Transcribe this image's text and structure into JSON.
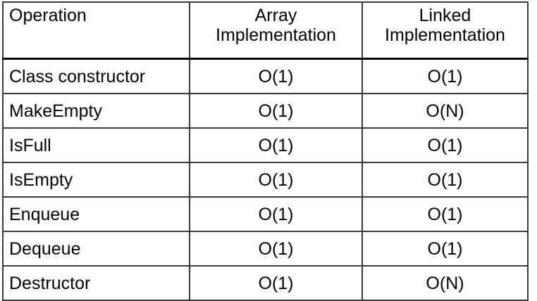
{
  "table": {
    "columns": [
      {
        "key": "operation",
        "label_lines": [
          "Operation"
        ]
      },
      {
        "key": "array",
        "label_lines": [
          "Array",
          "Implementation"
        ]
      },
      {
        "key": "linked",
        "label_lines": [
          "Linked",
          "Implementation"
        ]
      }
    ],
    "headers": {
      "operation": "Operation",
      "array_line1": "Array",
      "array_line2": "Implementation",
      "linked_line1": "Linked",
      "linked_line2": "Implementation"
    },
    "rows": [
      {
        "operation": "Class constructor",
        "array": "O(1)",
        "linked": "O(1)"
      },
      {
        "operation": "MakeEmpty",
        "array": "O(1)",
        "linked": "O(N)"
      },
      {
        "operation": "IsFull",
        "array": "O(1)",
        "linked": "O(1)"
      },
      {
        "operation": "IsEmpty",
        "array": "O(1)",
        "linked": "O(1)"
      },
      {
        "operation": "Enqueue",
        "array": "O(1)",
        "linked": "O(1)"
      },
      {
        "operation": "Dequeue",
        "array": "O(1)",
        "linked": "O(1)"
      },
      {
        "operation": "Destructor",
        "array": "O(1)",
        "linked": "O(N)"
      }
    ]
  },
  "colors": {
    "border": "#3a3a3a",
    "header_rule": "#000000",
    "text": "#000000",
    "background": "#ffffff"
  }
}
